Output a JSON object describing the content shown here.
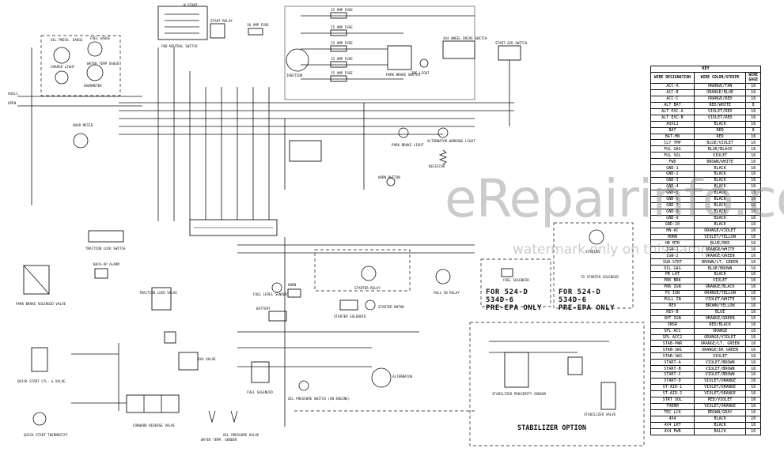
{
  "key": {
    "title": "KEY",
    "columns": [
      "WIRE DESIGNATION",
      "WIRE COLOR/STRIPE",
      "WIRE GAGE"
    ],
    "rows": [
      [
        "ACC-A",
        "ORANGE/TAN",
        "16"
      ],
      [
        "ACC-B",
        "ORANGE/BLUE",
        "16"
      ],
      [
        "ACC-C",
        "ORANGE/RED",
        "16"
      ],
      [
        "ALT BAT",
        "RED/WHITE",
        "8"
      ],
      [
        "ALT EXC-A",
        "VIOLET/RED",
        "16"
      ],
      [
        "ALT EXC-B",
        "VIOLET/RED",
        "16"
      ],
      [
        "AUXL1",
        "BLACK",
        "16"
      ],
      [
        "BAT",
        "RED",
        "8"
      ],
      [
        "BAT-HN",
        "RED",
        "16"
      ],
      [
        "CLT TMP",
        "BLUE/VIOLET",
        "16"
      ],
      [
        "FUL GAG",
        "BLUE/BLACK",
        "16"
      ],
      [
        "FUL SOL",
        "VIOLET",
        "16"
      ],
      [
        "FWD",
        "BROWN/WHITE",
        "16"
      ],
      [
        "GND-1",
        "BLACK",
        "16"
      ],
      [
        "GND-2",
        "BLACK",
        "16"
      ],
      [
        "GND-3",
        "BLACK",
        "16"
      ],
      [
        "GND-4",
        "BLACK",
        "16"
      ],
      [
        "GND-5",
        "BLACK",
        "16"
      ],
      [
        "GND-6",
        "BLACK",
        "16"
      ],
      [
        "GND-7",
        "BLACK",
        "16"
      ],
      [
        "GND-8",
        "BLACK",
        "16"
      ],
      [
        "GND-9",
        "BLACK",
        "16"
      ],
      [
        "GND-10",
        "BLACK",
        "16"
      ],
      [
        "HN-AC",
        "ORANGE/VIOLET",
        "16"
      ],
      [
        "HORN",
        "VIOLET/YELLOW",
        "16"
      ],
      [
        "HR MTR",
        "BLUE/RED",
        "16"
      ],
      [
        "IGN-1",
        "ORANGE/WHITE",
        "16"
      ],
      [
        "IGN-2",
        "ORANGE/GREEN",
        "16"
      ],
      [
        "IGN-STRT",
        "BROWN/LT. GREEN",
        "16"
      ],
      [
        "OIL GAG",
        "BLUE/BROWN",
        "16"
      ],
      [
        "PB LHT",
        "BLACK",
        "16"
      ],
      [
        "PRK BRK",
        "VIOLET",
        "16"
      ],
      [
        "PRK IGN",
        "ORANGE/BLACK",
        "16"
      ],
      [
        "PS IGN",
        "ORANGE/YELLOW",
        "16"
      ],
      [
        "PULL IN",
        "VIOLET/WHITE",
        "16"
      ],
      [
        "REV",
        "BROWN/YELLOW",
        "16"
      ],
      [
        "REV-B",
        "BLUE",
        "16"
      ],
      [
        "SHT IGN",
        "ORANGE/GREEN",
        "16"
      ],
      [
        "SNSR",
        "RED/BLACK",
        "16"
      ],
      [
        "SPL ACC",
        "ORANGE",
        "16"
      ],
      [
        "SPL ACC2",
        "ORANGE/VIOLET",
        "16"
      ],
      [
        "STAB-PWR",
        "ORANGE/LT. GREEN",
        "16"
      ],
      [
        "STAB-SW1",
        "ORANGE/DK GREEN",
        "16"
      ],
      [
        "STAB-SW2",
        "VIOLET",
        "16"
      ],
      [
        "START-A",
        "VIOLET/BROWN",
        "16"
      ],
      [
        "START-B",
        "VIOLET/BROWN",
        "16"
      ],
      [
        "START-C",
        "VIOLET/BROWN",
        "16"
      ],
      [
        "START-D",
        "VIOLET/ORANGE",
        "16"
      ],
      [
        "ST-AID-1",
        "VIOLET/ORANGE",
        "16"
      ],
      [
        "ST-AID-2",
        "VIOLET/ORANGE",
        "16"
      ],
      [
        "STRT SOL",
        "RED/VIOLET",
        "16"
      ],
      [
        "THERM",
        "VIOLET/ORANGE",
        "16"
      ],
      [
        "TRC LCK",
        "BROWN/GRAY",
        "16"
      ],
      [
        "4X4",
        "BLACK",
        "16"
      ],
      [
        "4X4 LHT",
        "BLACK",
        "16"
      ],
      [
        "4X4 PWR",
        "BALCK",
        "16"
      ]
    ]
  },
  "options": {
    "pre_epa_left": [
      "FOR 524-D",
      "534D-6",
      "PRE-EPA ONLY"
    ],
    "pre_epa_right": [
      "FOR 524-D",
      "534D-6",
      "PRE-EPA ONLY"
    ],
    "stabilizer": "STABILIZER OPTION"
  },
  "watermark": {
    "main": "eRepairinfo.com",
    "sub": "watermark only on this sample"
  },
  "labels": {
    "n_start": "N START",
    "fwd_neutral": "FWD-NEUTRAL SWITCH",
    "start_relay": "START RELAY",
    "fuse_10amp": "10 AMP FUSE",
    "fuse_15amp": "15 AMP FUSE",
    "ignition": "IGNITION",
    "park_brake_switch": "PARK BRAKE SWITCH",
    "ide_light": "IDE LIGHT",
    "four_x4_drive": "4X4 WHEEL DRIVE SWITCH",
    "start_aid_switch": "START AID SWITCH",
    "oil_press_gauge": "OIL PRESS. GAUGE",
    "fuel_gauge": "FUEL GAUGE",
    "charge_light": "CHARGE LIGHT",
    "water_temp_gauge": "WATER TEMP GAUGE",
    "hourmeter": "HOURMETER",
    "hour_meter": "HOUR METER",
    "park_brake_light": "PARK BRAKE LIGHT",
    "alt_warning": "ALTERNATOR WARNING LIGHT",
    "resistor": "RESISTOR",
    "horn_button": "HORN BUTTON",
    "traction_lock_switch": "TRACTION LOCK SWITCH",
    "park_brake_solenoid": "PARK BRAKE SOLENOID VALVE",
    "quick_start_cyl": "QUICK START CYL. & VALVE",
    "quick_start_thermostat": "QUICK START THERMOSTAT",
    "backup_alarm": "BACK-UP ALARM",
    "traction_lock_valve": "TRACTION LOCK VALVE",
    "four_x4_valve": "4X4 VALVE",
    "fuel_level_sender": "FUEL LEVEL SENDER",
    "horn": "HORN",
    "battery": "BATTERY",
    "starter_relay": "STARTER RELAY",
    "starter_solenoid": "STARTER SOLENOID",
    "starter_motor": "STARTER MOTOR",
    "pull_in_relay": "PULL IN RELAY",
    "alternator": "ALTERNATOR",
    "fuel_solenoid": "FUEL SOLENOID",
    "oil_pressure_switch": "OIL PRESSURE SWITCH (ON ENGINE)",
    "fwd_rev_valve": "FORWARD REVERSE VALVE",
    "water_temp_sender": "WATER TEMP. SENDER",
    "oil_pressure_valve": "OIL PRESSURE VALVE",
    "starter": "STARTER",
    "to_starter_solenoid": "TO STARTER SOLENOID",
    "stabilizer_sensor": "STABILIZER PROXIMITY SENSOR",
    "stabilizer_valve": "STABILIZER VALVE",
    "fuel_sol_box": "FUEL SOLENOID",
    "open": "OPEN"
  }
}
